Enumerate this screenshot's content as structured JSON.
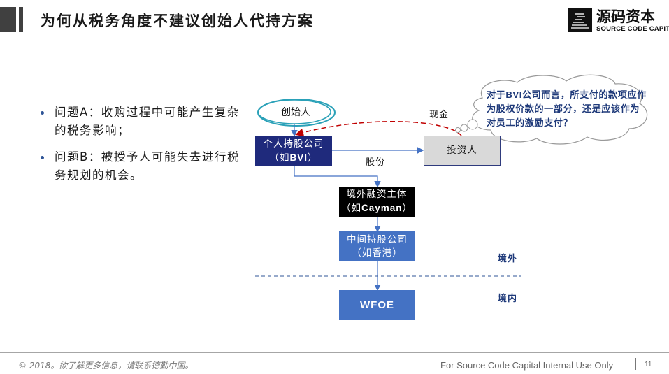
{
  "header": {
    "title": "为何从税务角度不建议创始人代持方案"
  },
  "logo": {
    "name_cn": "源码资本",
    "name_en": "SOURCE CODE CAPITAL"
  },
  "bullets": [
    {
      "label": "问题A：收购过程中可能产生复杂的税务影响；"
    },
    {
      "label": "问题B：被授予人可能失去进行税务规划的机会。"
    }
  ],
  "diagram": {
    "founder": "创始人",
    "bvi_line1": "个人持股公司",
    "bvi_prefix": "（如",
    "bvi_en": "BVI",
    "bvi_suffix": "）",
    "investor": "投资人",
    "cash_label": "现金",
    "shares_label": "股份",
    "cayman_line1": "境外融资主体",
    "cayman_prefix": "（如",
    "cayman_en": "Cayman",
    "cayman_suffix": "）",
    "hk_line1": "中间持股公司",
    "hk_line2": "（如香港）",
    "wfoe": "WFOE",
    "offshore_label": "境外",
    "onshore_label": "境内",
    "thought_prefix": "对于",
    "thought_en": "BVI",
    "thought_rest": "公司而言，所支付的款项应作为股权价款的一部分，还是应该作为对员工的激励支付？"
  },
  "colors": {
    "navy": "#1f2a7c",
    "blue": "#4472c4",
    "cash_arrow": "#c00000",
    "founder_outline": "#2aa1b8"
  },
  "footer": {
    "copyright": "© 2018。欲了解更多信息，请联系德勤中国。",
    "notice": "For Source Code Capital Internal Use Only",
    "page_number": "11"
  }
}
